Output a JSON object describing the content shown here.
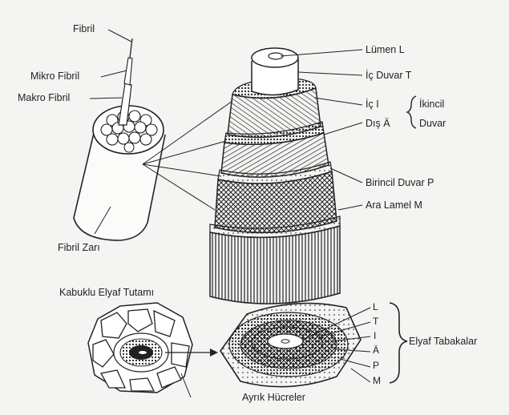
{
  "labels": {
    "fibril": "Fibril",
    "mikro_fibril": "Mikro Fibril",
    "makro_fibril": "Makro Fibril",
    "fibril_zari": "Fibril Zarı",
    "lumen": "Lümen L",
    "ic_duvar": "İç Duvar T",
    "ic": "İç I",
    "dis": "Dış Ä",
    "ikincil": "İkincil",
    "duvar": "Duvar",
    "birincil": "Birincil Duvar P",
    "ara_lamel": "Ara Lamel M",
    "kabuklu": "Kabuklu Elyaf Tutamı",
    "ayrik": "Ayrık Hücreler",
    "elyaf_tabakalar": "Elyaf Tabakalar",
    "layers": [
      "L",
      "T",
      "I",
      "Ä",
      "P",
      "M"
    ]
  },
  "colors": {
    "ink": "#222222",
    "background": "#f4f4f2"
  }
}
